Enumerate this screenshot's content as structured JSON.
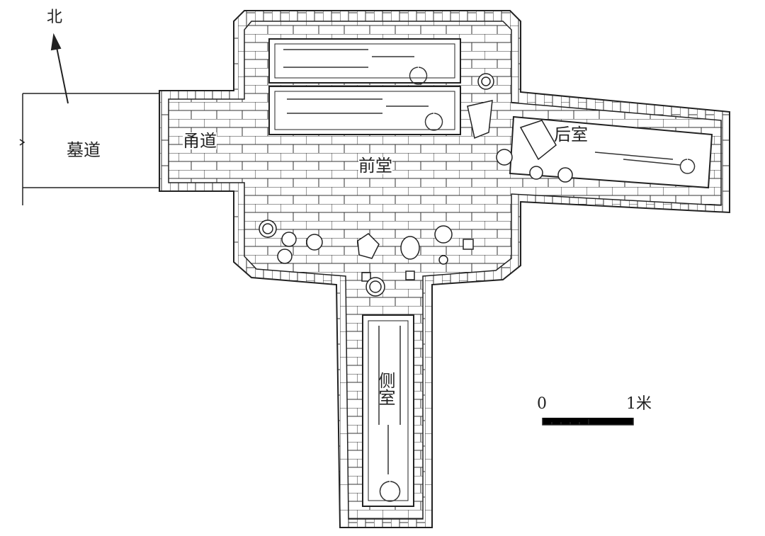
{
  "north_label": "北",
  "areas": {
    "passage": "墓道",
    "corridor": "甬道",
    "front_hall": "前堂",
    "rear_chamber": "后室",
    "side_chamber": "侧室"
  },
  "scale": {
    "start": "0",
    "end": "1米"
  },
  "colors": {
    "line": "#222222",
    "background": "#ffffff"
  }
}
